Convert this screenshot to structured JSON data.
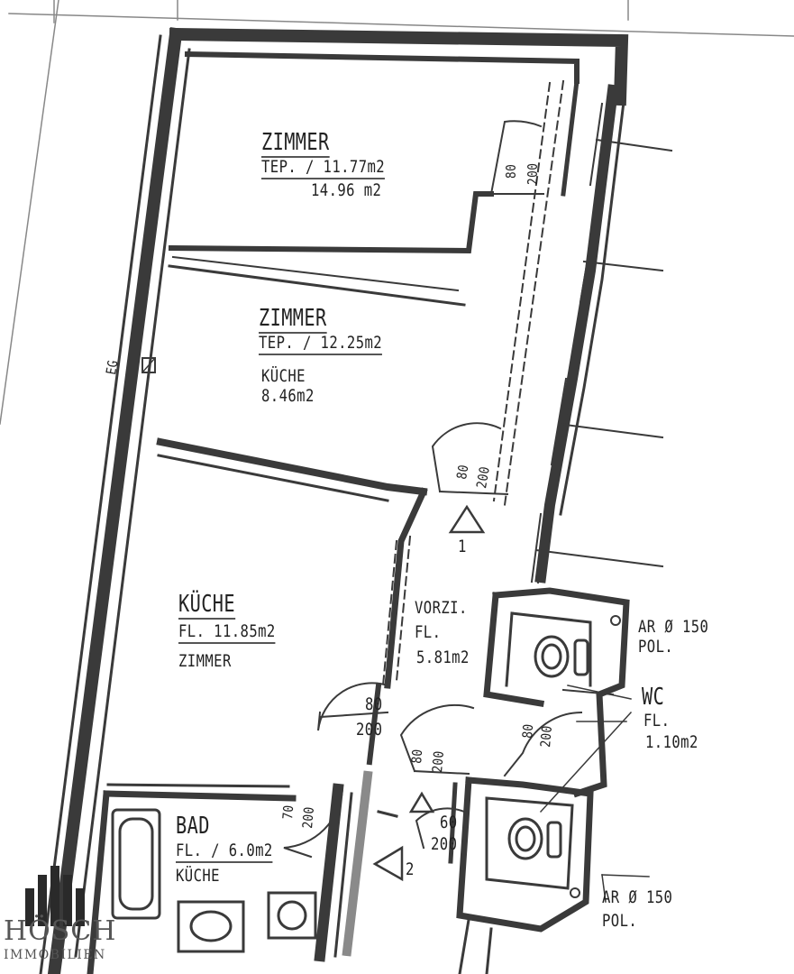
{
  "rooms": [
    {
      "name": "ZIMMER",
      "lines": [
        "TEP. / 11.77m2",
        "14.96 m2"
      ]
    },
    {
      "name": "ZIMMER",
      "lines": [
        "TEP. / 12.25m2",
        "KÜCHE",
        "8.46m2"
      ]
    },
    {
      "name": "KÜCHE",
      "lines": [
        "FL. 11.85m2",
        "ZIMMER"
      ]
    },
    {
      "name": "VORZI.",
      "lines": [
        "FL.",
        "5.81m2"
      ]
    },
    {
      "name": "WC",
      "lines": [
        "FL.",
        "1.10m2"
      ]
    },
    {
      "name": "BAD",
      "lines": [
        "FL. / 6.0m2",
        "KÜCHE"
      ]
    }
  ],
  "doors": {
    "top_right": [
      "80",
      "200"
    ],
    "middle": [
      "80",
      "200"
    ],
    "kitchen": [
      "80",
      "200"
    ],
    "corridor": [
      "80",
      "200"
    ],
    "wc": [
      "80",
      "200"
    ],
    "bath_side": [
      "70",
      "200"
    ],
    "lower_wc": [
      "60",
      "200"
    ]
  },
  "markers": {
    "entry_1": "1",
    "entry_2": "2",
    "floor": "EG"
  },
  "vents": [
    {
      "line1": "AR Ø 150",
      "line2": "POL."
    },
    {
      "line1": "AR Ø 150",
      "line2": "POL."
    }
  ],
  "brand": {
    "name": "HÖSCH",
    "sub": "IMMOBILIEN"
  }
}
